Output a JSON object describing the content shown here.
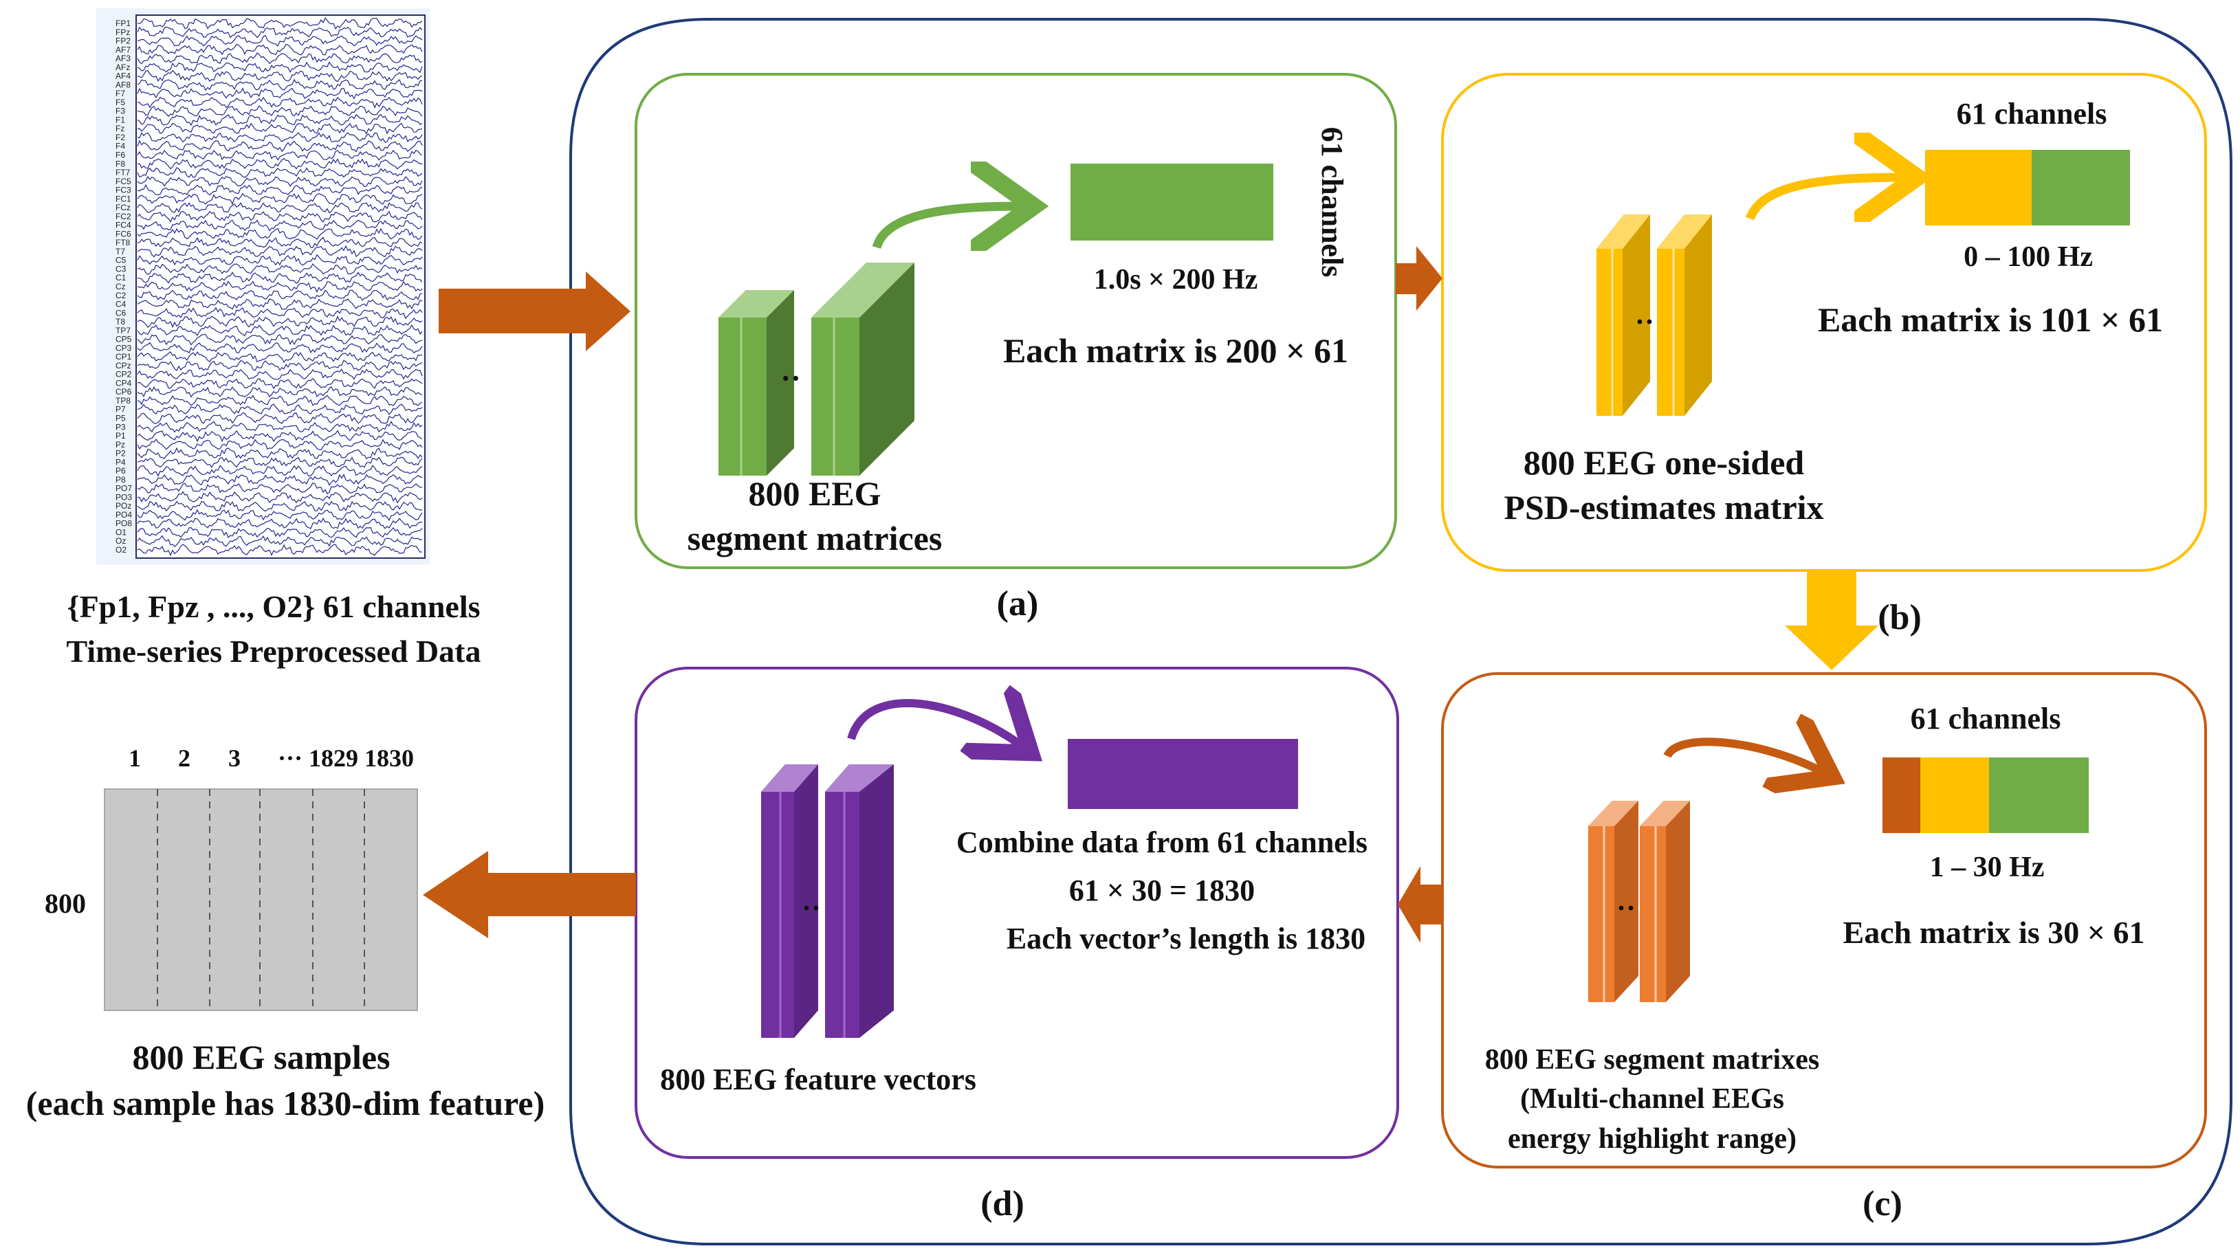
{
  "eeg_recording": {
    "channel_labels": [
      "FP1",
      "FPz",
      "FP2",
      "AF7",
      "AF3",
      "AFz",
      "AF4",
      "AF8",
      "F7",
      "F5",
      "F3",
      "F1",
      "Fz",
      "F2",
      "F4",
      "F6",
      "F8",
      "FT7",
      "FC5",
      "FC3",
      "FC1",
      "FCz",
      "FC2",
      "FC4",
      "FC6",
      "FT8",
      "T7",
      "C5",
      "C3",
      "C1",
      "Cz",
      "C2",
      "C4",
      "C6",
      "T8",
      "TP7",
      "CP5",
      "CP3",
      "CP1",
      "CPz",
      "CP2",
      "CP4",
      "CP6",
      "TP8",
      "P7",
      "P5",
      "P3",
      "P1",
      "Pz",
      "P2",
      "P4",
      "P6",
      "P8",
      "PO7",
      "PO3",
      "POz",
      "PO4",
      "PO8",
      "O1",
      "Oz",
      "O2"
    ],
    "caption_line1": "{Fp1, Fpz , ..., O2} 61 channels",
    "caption_line2": "Time-series Preprocessed Data"
  },
  "panel_a": {
    "stack_dots": "··",
    "stack_label_line1": "800 EEG",
    "stack_label_line2": "segment matrices",
    "channels_label": "61 channels",
    "time_label": "1.0s × 200 Hz",
    "matrix_size": "Each matrix is 200 × 61",
    "panel_tag": "(a)"
  },
  "panel_b": {
    "stack_dots": "··",
    "stack_label_line1": "800 EEG one-sided",
    "stack_label_line2": "PSD-estimates matrix",
    "channels_label": "61 channels",
    "freq_label": "0 – 100 Hz",
    "matrix_size": "Each matrix is 101 × 61",
    "panel_tag": "(b)"
  },
  "panel_c": {
    "stack_dots": "··",
    "stack_label_line1": "800 EEG segment matrixes",
    "stack_label_line2": "(Multi-channel EEGs",
    "stack_label_line3": "energy highlight range)",
    "channels_label": "61 channels",
    "freq_label": "1 – 30 Hz",
    "matrix_size": "Each matrix is 30 × 61",
    "panel_tag": "(c)"
  },
  "panel_d": {
    "stack_dots": "··",
    "stack_label": "800 EEG feature vectors",
    "combine_line1": "Combine data from 61 channels",
    "combine_line2": "61 × 30 = 1830",
    "combine_line3": "Each vector’s length is 1830",
    "panel_tag": "(d)"
  },
  "samples": {
    "col_1": "1",
    "col_2": "2",
    "col_3": "3",
    "col_last": "··· 1829 1830",
    "row_count": "800",
    "caption_line1": "800 EEG samples",
    "caption_line2": "(each sample has 1830-dim feature)"
  },
  "colors": {
    "green": "#70ad47",
    "yellow": "#ffc000",
    "orange": "#c55a11",
    "purple": "#7030a0",
    "navy": "#1f3a7a",
    "eeg_trace": "#23238e"
  }
}
